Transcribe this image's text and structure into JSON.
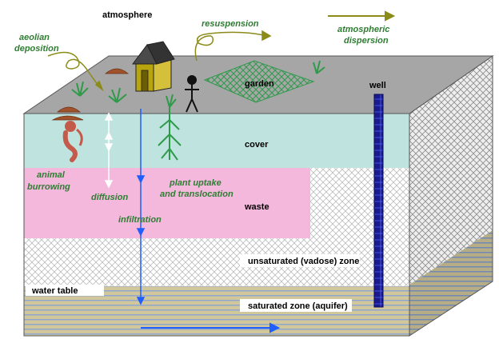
{
  "labels": {
    "atmosphere": "atmosphere",
    "resuspension": "resuspension",
    "atmospheric_dispersion_1": "atmospheric",
    "atmospheric_dispersion_2": "dispersion",
    "aeolian_1": "aeolian",
    "aeolian_2": "deposition",
    "garden": "garden",
    "well": "well",
    "cover": "cover",
    "animal_1": "animal",
    "animal_2": "burrowing",
    "diffusion": "diffusion",
    "plant_1": "plant uptake",
    "plant_2": "and translocation",
    "waste": "waste",
    "infiltration": "infiltration",
    "unsaturated": "unsaturated (vadose) zone",
    "water_table": "water table",
    "saturated": "saturated zone (aquifer)"
  },
  "colors": {
    "surface": "#a6a6a6",
    "cover": "#bfe3df",
    "waste": "#f3b8dc",
    "aquifer_stripe_tan": "#d2c79a",
    "aquifer_stripe_blue": "#8fa7cf",
    "hatch": "#bdbdbd",
    "green_label": "#2e7d32",
    "flow_arrow": "#1f5eff",
    "house": "#b8a50e",
    "well": "#1a1a8c"
  }
}
